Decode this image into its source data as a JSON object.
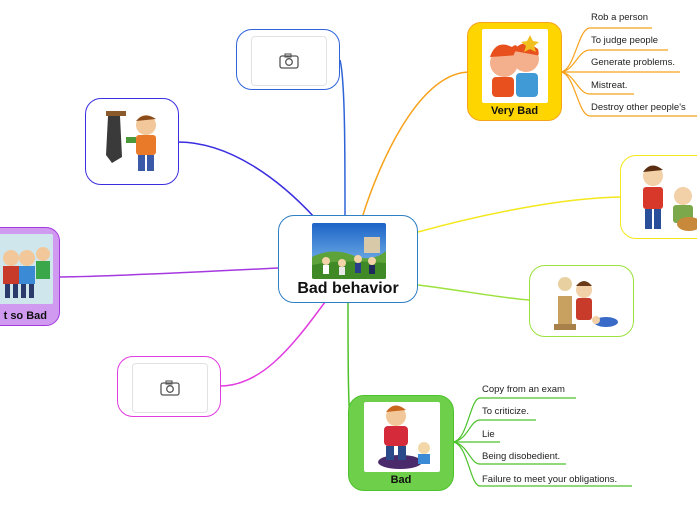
{
  "central": {
    "title": "Bad behavior"
  },
  "very_bad": {
    "title": "Very Bad",
    "items": [
      "Rob a person",
      "To judge people",
      "Generate problems.",
      "Mistreat.",
      "Destroy other people's"
    ]
  },
  "bad": {
    "title": "Bad",
    "items": [
      "Copy from an exam",
      "To criticize.",
      "Lie",
      "Being disobedient.",
      "Failure to meet your obligations."
    ]
  },
  "not_so_bad": {
    "title": "t so Bad"
  },
  "colors": {
    "very_bad": "#f7a21b",
    "bad": "#4cc22b",
    "central": "#2f7fc4",
    "yellow": "#f3e81c",
    "lime": "#9be23d",
    "blue": "#2e64d8",
    "indigo": "#3b2ee0",
    "purple": "#a638e0",
    "magenta": "#e13ce0"
  },
  "icons": {
    "camera": "camera-icon"
  }
}
